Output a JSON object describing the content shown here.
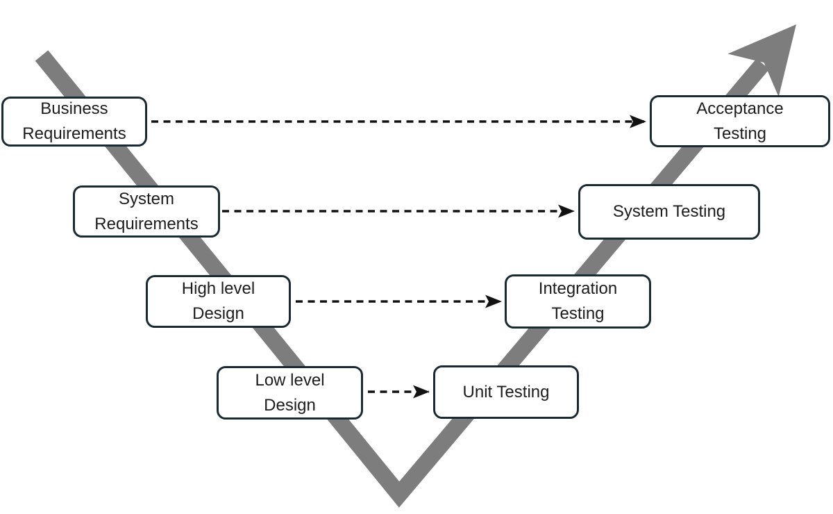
{
  "diagram": {
    "type": "v-model",
    "boxes": [
      {
        "id": "business-requirements",
        "label": "Business\nRequirements",
        "side": "left"
      },
      {
        "id": "system-requirements",
        "label": "System\nRequirements",
        "side": "left"
      },
      {
        "id": "high-level-design",
        "label": "High level\nDesign",
        "side": "left"
      },
      {
        "id": "low-level-design",
        "label": "Low level\nDesign",
        "side": "left"
      },
      {
        "id": "unit-testing",
        "label": "Unit Testing",
        "side": "right"
      },
      {
        "id": "integration-testing",
        "label": "Integration\nTesting",
        "side": "right"
      },
      {
        "id": "system-testing",
        "label": "System Testing",
        "side": "right"
      },
      {
        "id": "acceptance-testing",
        "label": "Acceptance\nTesting",
        "side": "right"
      }
    ],
    "connectors": [
      {
        "from": "business-requirements",
        "to": "acceptance-testing"
      },
      {
        "from": "system-requirements",
        "to": "system-testing"
      },
      {
        "from": "high-level-design",
        "to": "integration-testing"
      },
      {
        "from": "low-level-design",
        "to": "unit-testing"
      }
    ],
    "colors": {
      "band": "#7d7d7d",
      "box_border": "#1a2a33",
      "box_fill": "#ffffff",
      "text": "#1c1c1c",
      "connector": "#121212",
      "background": "#ffffff"
    }
  }
}
